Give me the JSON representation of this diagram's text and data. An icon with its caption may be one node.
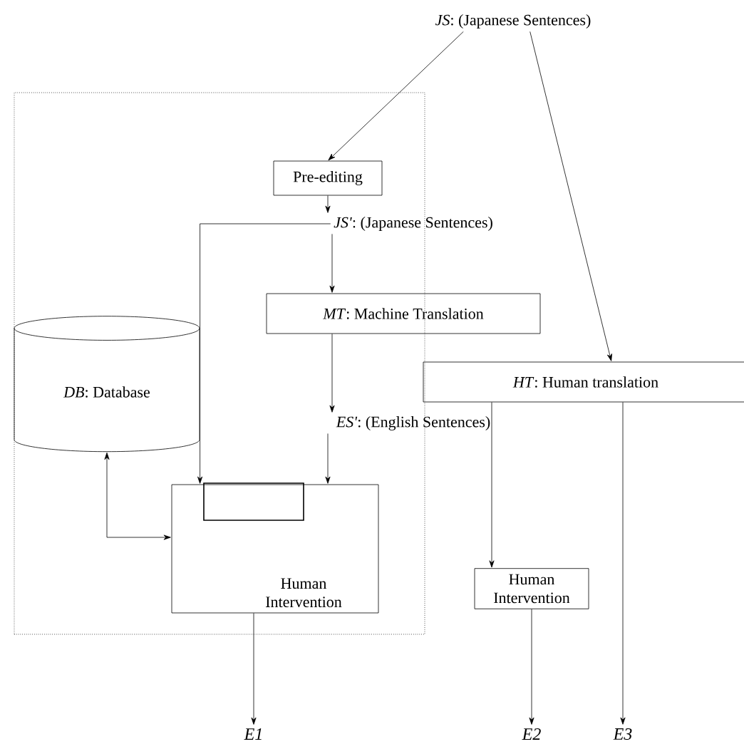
{
  "diagram": {
    "nodes": [
      {
        "text": [
          "*JS*: (Japanese Sentences)"
        ]
      },
      {
        "text": [],
        "shape": "box"
      },
      {
        "text": [
          "Pre-editing"
        ],
        "in": 1
      },
      {
        "text": [
          "*JS'*: (Japanese Sentences)"
        ]
      },
      {
        "text": [
          "*MT*: Machine Translation"
        ]
      },
      {
        "text": [
          "*DB*: Database"
        ],
        "in": 1
      },
      {
        "text": [
          "*HT*: Human translation"
        ]
      },
      {
        "text": [
          "*ES'*: (English Sentences)"
        ]
      },
      {
        "text": [
          "Human Intervention"
        ],
        "in": 1
      },
      {
        "text": [],
        "shape": "box",
        "in": 8
      },
      {
        "text": [
          "Human Intervention"
        ]
      },
      {
        "text": [
          "E1"
        ]
      },
      {
        "text": [
          "E2"
        ]
      },
      {
        "text": [
          "E3"
        ]
      }
    ],
    "edges": [
      {
        "from": 0,
        "to": 2,
        "arrow": "to"
      },
      {
        "from": 2,
        "to": 3,
        "arrow": "to"
      },
      {
        "from": 3,
        "to": 4,
        "arrow": "to"
      },
      {
        "from": 4,
        "to": 7,
        "arrow": "to"
      },
      {
        "from": 7,
        "to": 8,
        "arrow": "to"
      },
      {
        "from": 3,
        "to": 8,
        "arrow": "to"
      },
      {
        "from": 5,
        "to": 8,
        "arrow": "both"
      },
      {
        "from": 0,
        "to": 6,
        "arrow": "to"
      },
      {
        "from": 6,
        "to": 10,
        "arrow": "to"
      },
      {
        "from": 8,
        "to": 11,
        "arrow": "to"
      },
      {
        "from": 10,
        "to": 12,
        "arrow": "to"
      },
      {
        "from": 6,
        "to": 13,
        "arrow": "to"
      }
    ]
  }
}
